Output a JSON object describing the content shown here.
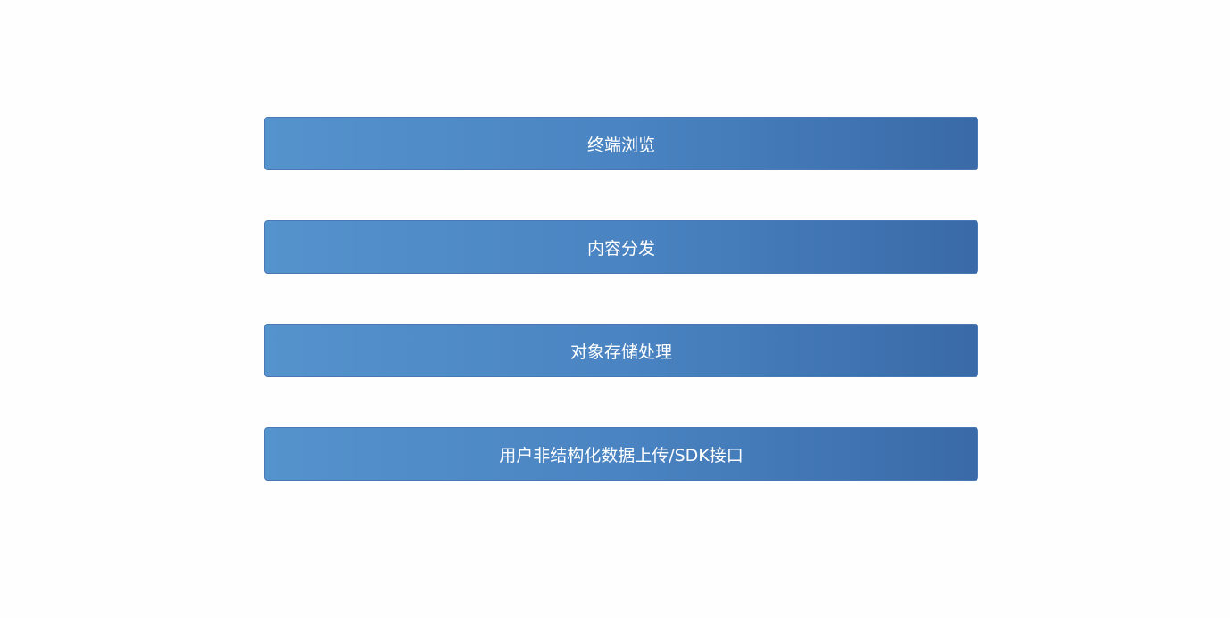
{
  "layers": [
    {
      "label": "终端浏览"
    },
    {
      "label": "内容分发"
    },
    {
      "label": "对象存储处理"
    },
    {
      "label": "用户非结构化数据上传/SDK接口"
    }
  ],
  "colors": {
    "start": "#5593cd",
    "end": "#3a6aa8",
    "border": "#4a78b4",
    "text": "#ffffff"
  }
}
